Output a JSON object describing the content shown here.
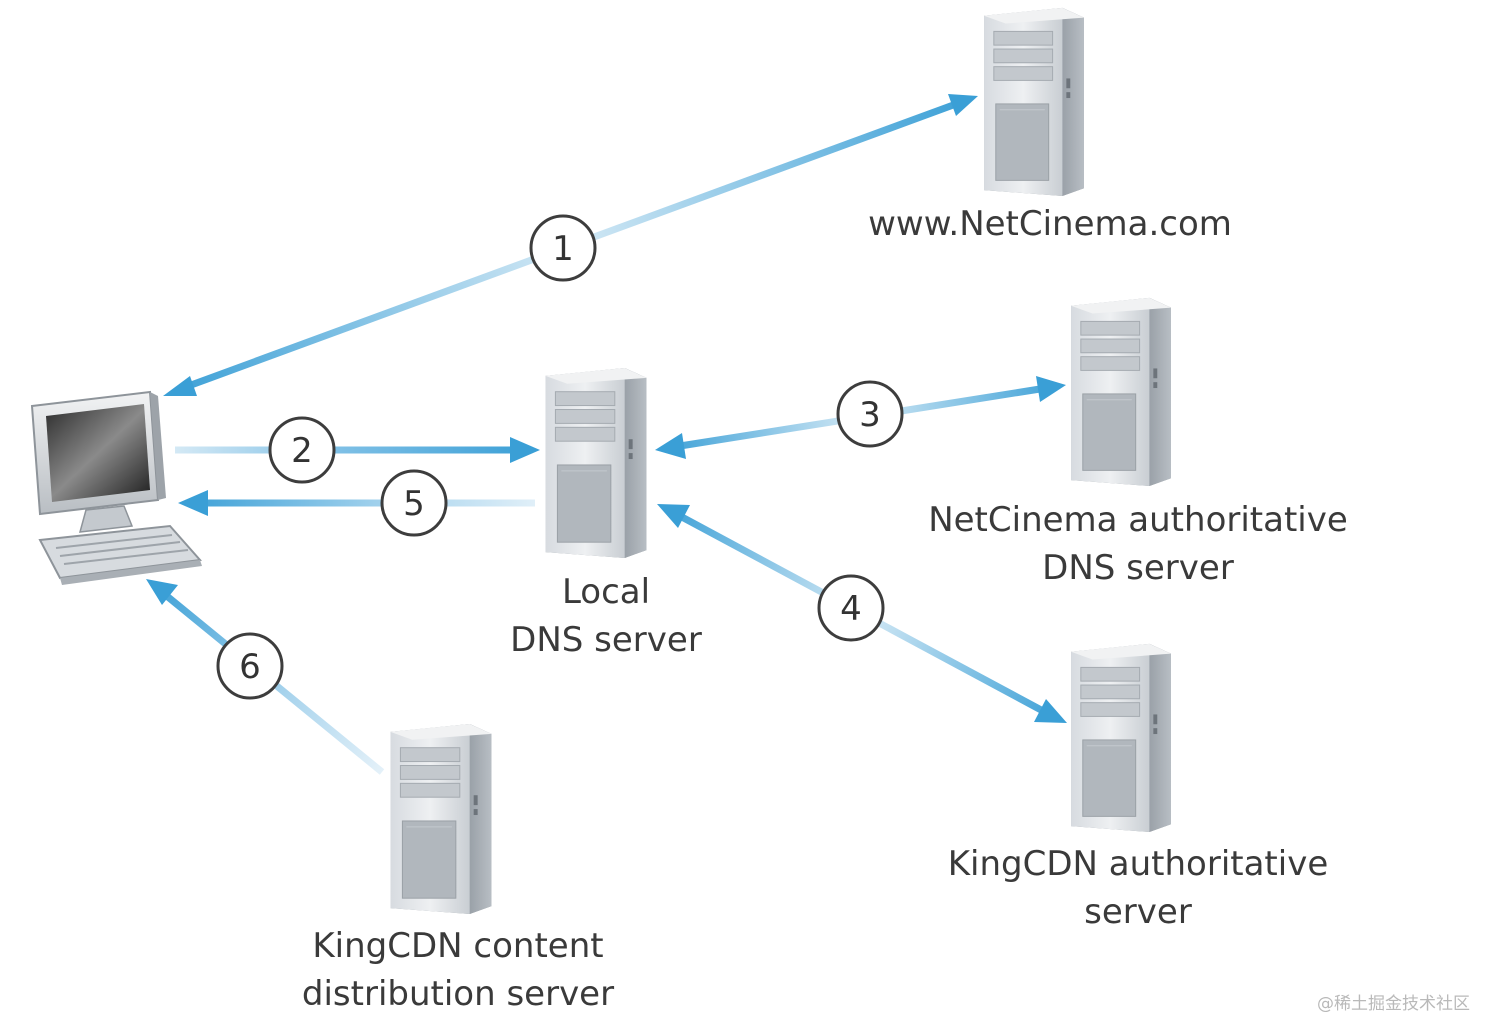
{
  "nodes": {
    "netcinema": {
      "lines": [
        "www.NetCinema.com"
      ]
    },
    "local_dns": {
      "lines": [
        "Local",
        "DNS server"
      ]
    },
    "netcinema_auth": {
      "lines": [
        "NetCinema authoritative",
        "DNS server"
      ]
    },
    "kingcdn_auth": {
      "lines": [
        "KingCDN authoritative",
        "server"
      ]
    },
    "kingcdn_content": {
      "lines": [
        "KingCDN content",
        "distribution server"
      ]
    }
  },
  "steps": {
    "s1": "1",
    "s2": "2",
    "s3": "3",
    "s4": "4",
    "s5": "5",
    "s6": "6"
  },
  "colors": {
    "arrow": "#3a9fd6",
    "arrow_light": "#cfe6f4",
    "label_text": "#3a3a3a"
  },
  "watermark": "@稀土掘金技术社区"
}
